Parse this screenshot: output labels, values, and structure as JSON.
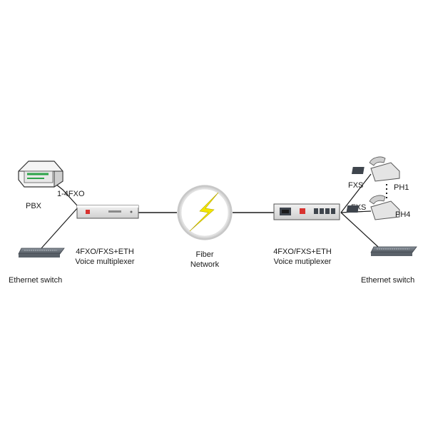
{
  "labels": {
    "pbx": "PBX",
    "fxo_range": "1-4FXO",
    "left_switch": "Ethernet switch",
    "left_mux_line1": "4FXO/FXS+ETH",
    "left_mux_line2": "Voice  multiplexer",
    "fiber_line1": "Fiber",
    "fiber_line2": "Network",
    "right_mux_line1": "4FXO/FXS+ETH",
    "right_mux_line2": "Voice mutiplexer",
    "fxs_top": "FXS",
    "fxs_bottom": "FXS",
    "ph1": "PH1",
    "ph4": "PH4",
    "right_switch": "Ethernet switch"
  },
  "colors": {
    "lightning": "#f2e600",
    "ring": "#cfcfcf",
    "device_body": "#e6e6e6",
    "device_dark": "#3f454d",
    "led_green": "#2ea34a",
    "led_red": "#d8322f",
    "line": "#1b1b1b"
  },
  "icons": {
    "pbx": "pbx-router-icon",
    "left_mux": "voice-multiplexer-icon",
    "right_mux": "voice-multiplexer-icon",
    "fiber": "lightning-bolt-icon",
    "phone": "desk-phone-icon",
    "switch": "ethernet-switch-icon"
  }
}
